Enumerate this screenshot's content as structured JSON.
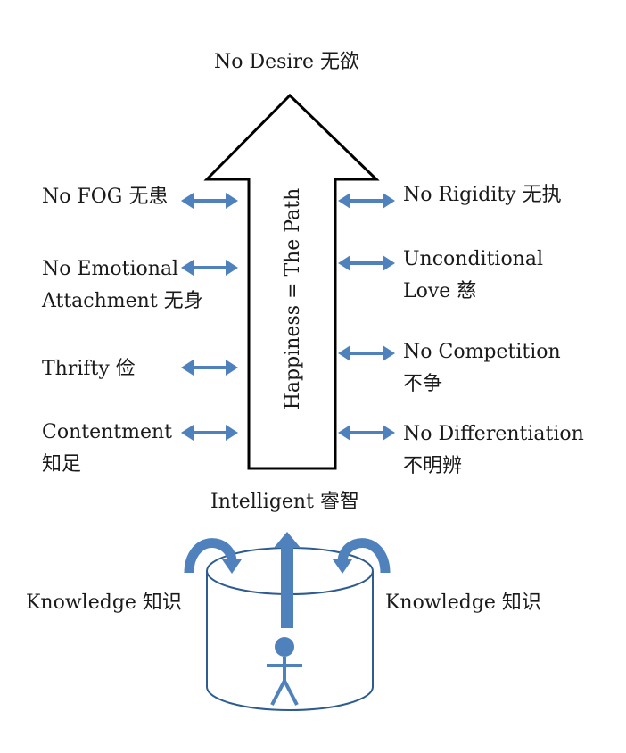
{
  "top_label": "No Desire 无欲",
  "arrow_text": "Happiness = The Path",
  "left_items": [
    {
      "lines": [
        "No FOG 无患"
      ]
    },
    {
      "lines": [
        "No Emotional",
        "Attachment 无身"
      ]
    },
    {
      "lines": [
        "Thrifty 俭"
      ]
    },
    {
      "lines": [
        "Contentment",
        "知足"
      ]
    }
  ],
  "right_items": [
    {
      "lines": [
        "No Rigidity 无执"
      ]
    },
    {
      "lines": [
        "Unconditional",
        "Love 慈"
      ]
    },
    {
      "lines": [
        "No Competition",
        "不争"
      ]
    },
    {
      "lines": [
        "No Differentiation",
        "不明辨"
      ]
    }
  ],
  "intelligent_label": "Intelligent 睿智",
  "knowledge_left": "Knowledge 知识",
  "knowledge_right": "Knowledge 知识",
  "colors": {
    "accent": "#4F81BD",
    "stroke": "#000000",
    "container_stroke": "#2E5C91"
  }
}
